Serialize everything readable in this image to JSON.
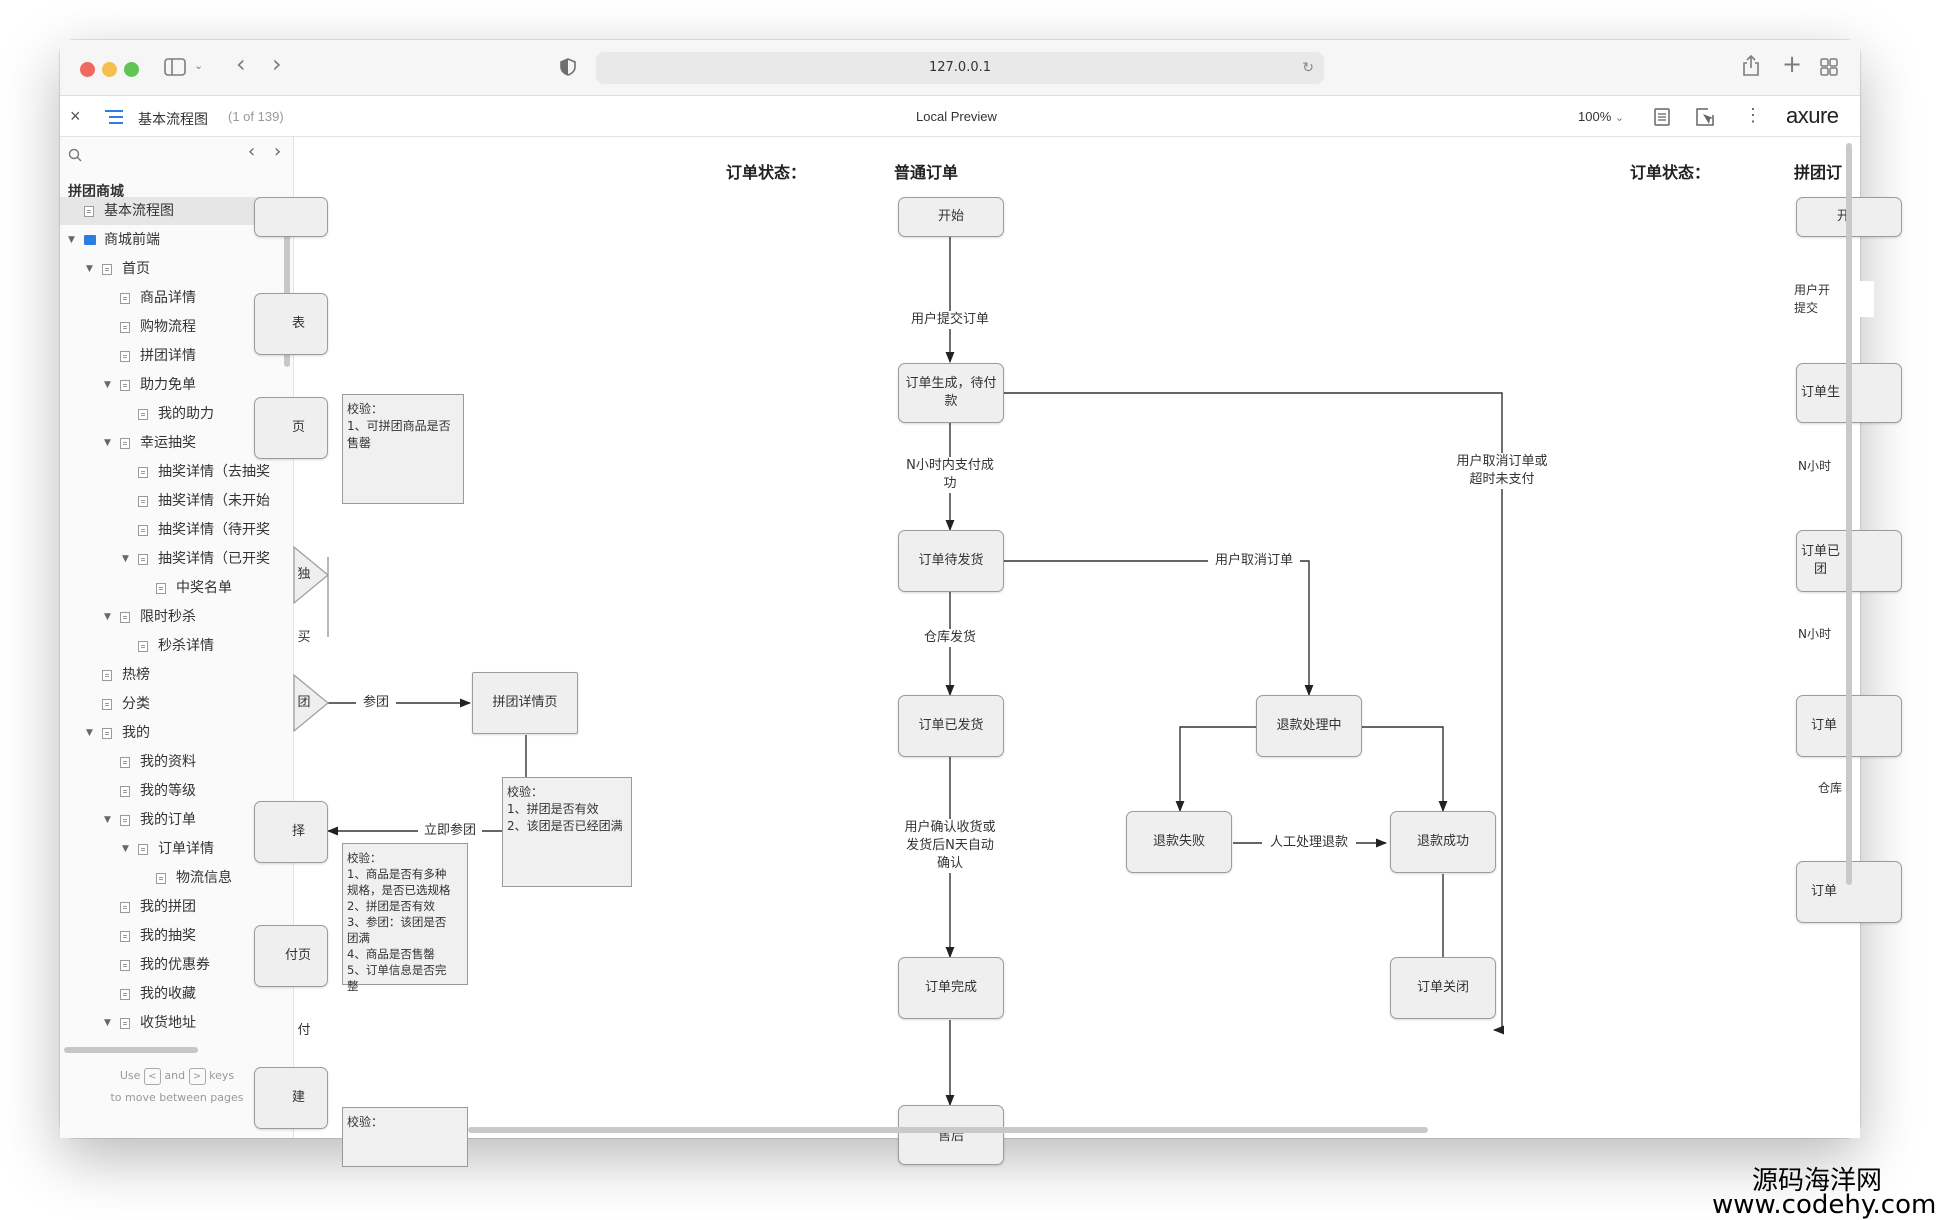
{
  "browser": {
    "url": "127.0.0.1",
    "dots": [
      "#ed6a5e",
      "#f5bf4f",
      "#61c554"
    ]
  },
  "toolbar": {
    "close": "×",
    "page_title": "基本流程图",
    "page_count": "(1 of 139)",
    "center_title": "Local Preview",
    "zoom": "100%",
    "brand": "axure"
  },
  "sidebar": {
    "project": "拼团商城",
    "hint_use": "Use",
    "hint_and": "and",
    "hint_keys": "keys",
    "hint_line2": "to move between pages",
    "items": [
      {
        "label": "基本流程图",
        "depth": 0,
        "kind": "page",
        "caret": "",
        "active": true
      },
      {
        "label": "商城前端",
        "depth": 0,
        "kind": "folder",
        "caret": "▼"
      },
      {
        "label": "首页",
        "depth": 1,
        "kind": "page",
        "caret": "▼"
      },
      {
        "label": "商品详情",
        "depth": 2,
        "kind": "page",
        "caret": ""
      },
      {
        "label": "购物流程",
        "depth": 2,
        "kind": "page",
        "caret": ""
      },
      {
        "label": "拼团详情",
        "depth": 2,
        "kind": "page",
        "caret": ""
      },
      {
        "label": "助力免单",
        "depth": 2,
        "kind": "page",
        "caret": "▼"
      },
      {
        "label": "我的助力",
        "depth": 3,
        "kind": "page",
        "caret": ""
      },
      {
        "label": "幸运抽奖",
        "depth": 2,
        "kind": "page",
        "caret": "▼"
      },
      {
        "label": "抽奖详情（去抽奖",
        "depth": 3,
        "kind": "page",
        "caret": ""
      },
      {
        "label": "抽奖详情（未开始",
        "depth": 3,
        "kind": "page",
        "caret": ""
      },
      {
        "label": "抽奖详情（待开奖",
        "depth": 3,
        "kind": "page",
        "caret": ""
      },
      {
        "label": "抽奖详情（已开奖",
        "depth": 3,
        "kind": "page",
        "caret": "▼"
      },
      {
        "label": "中奖名单",
        "depth": 4,
        "kind": "page",
        "caret": ""
      },
      {
        "label": "限时秒杀",
        "depth": 2,
        "kind": "page",
        "caret": "▼"
      },
      {
        "label": "秒杀详情",
        "depth": 3,
        "kind": "page",
        "caret": ""
      },
      {
        "label": "热榜",
        "depth": 1,
        "kind": "page",
        "caret": ""
      },
      {
        "label": "分类",
        "depth": 1,
        "kind": "page",
        "caret": ""
      },
      {
        "label": "我的",
        "depth": 1,
        "kind": "page",
        "caret": "▼"
      },
      {
        "label": "我的资料",
        "depth": 2,
        "kind": "page",
        "caret": ""
      },
      {
        "label": "我的等级",
        "depth": 2,
        "kind": "page",
        "caret": ""
      },
      {
        "label": "我的订单",
        "depth": 2,
        "kind": "page",
        "caret": "▼"
      },
      {
        "label": "订单详情",
        "depth": 3,
        "kind": "page",
        "caret": "▼"
      },
      {
        "label": "物流信息",
        "depth": 4,
        "kind": "page",
        "caret": ""
      },
      {
        "label": "我的拼团",
        "depth": 2,
        "kind": "page",
        "caret": ""
      },
      {
        "label": "我的抽奖",
        "depth": 2,
        "kind": "page",
        "caret": ""
      },
      {
        "label": "我的优惠券",
        "depth": 2,
        "kind": "page",
        "caret": ""
      },
      {
        "label": "我的收藏",
        "depth": 2,
        "kind": "page",
        "caret": ""
      },
      {
        "label": "收货地址",
        "depth": 2,
        "kind": "page",
        "caret": "▼"
      }
    ]
  },
  "diagram": {
    "headers": {
      "status_left": "订单状态：",
      "normal_order": "普通订单",
      "status_right": "订单状态：",
      "group_cut": "拼团订"
    },
    "nodes": {
      "start": "开始",
      "created": "订单生成，待付\n款",
      "pending_ship": "订单待发货",
      "shipped": "订单已发货",
      "completed": "订单完成",
      "after_sale": "售后",
      "refunding": "退款处理中",
      "refund_fail": "退款失败",
      "refund_ok": "退款成功",
      "closed": "订单关闭",
      "group_detail": "拼团详情页"
    },
    "edge_labels": {
      "submit": "用户提交订单",
      "paid": "N小时内支付成\n功",
      "cancel_or_timeout": "用户取消订单或\n超时未支付",
      "user_cancel": "用户取消订单",
      "warehouse": "仓库发货",
      "confirm": "用户确认收货或\n发货后N天自动\n确认",
      "manual_refund": "人工处理退款",
      "join": "参团",
      "join_now": "立即参团"
    },
    "notes": {
      "check_sellable": "校验：\n1、可拼团商品是否\n售罄",
      "check_group": "校验：\n1、拼团是否有效\n2、该团是否已经团满",
      "check_order": "校验：\n1、商品是否有多种\n规格，是否已选规格\n2、拼团是否有效\n3、参团：该团是否\n团满\n4、商品是否售罄\n5、订单信息是否完\n整",
      "check_bottom": "校验："
    },
    "left_cut": [
      "表",
      "页",
      "独",
      "买",
      "团",
      "择",
      "付页",
      "付",
      "建"
    ],
    "right_cut": [
      "开",
      "用户开\n提交",
      "订单生\n",
      "N小时",
      "订单已\n团",
      "N小时",
      "订单",
      "仓库",
      "订单"
    ]
  },
  "watermark": {
    "cn": "源码海洋网",
    "url": "www.codehy.com"
  }
}
